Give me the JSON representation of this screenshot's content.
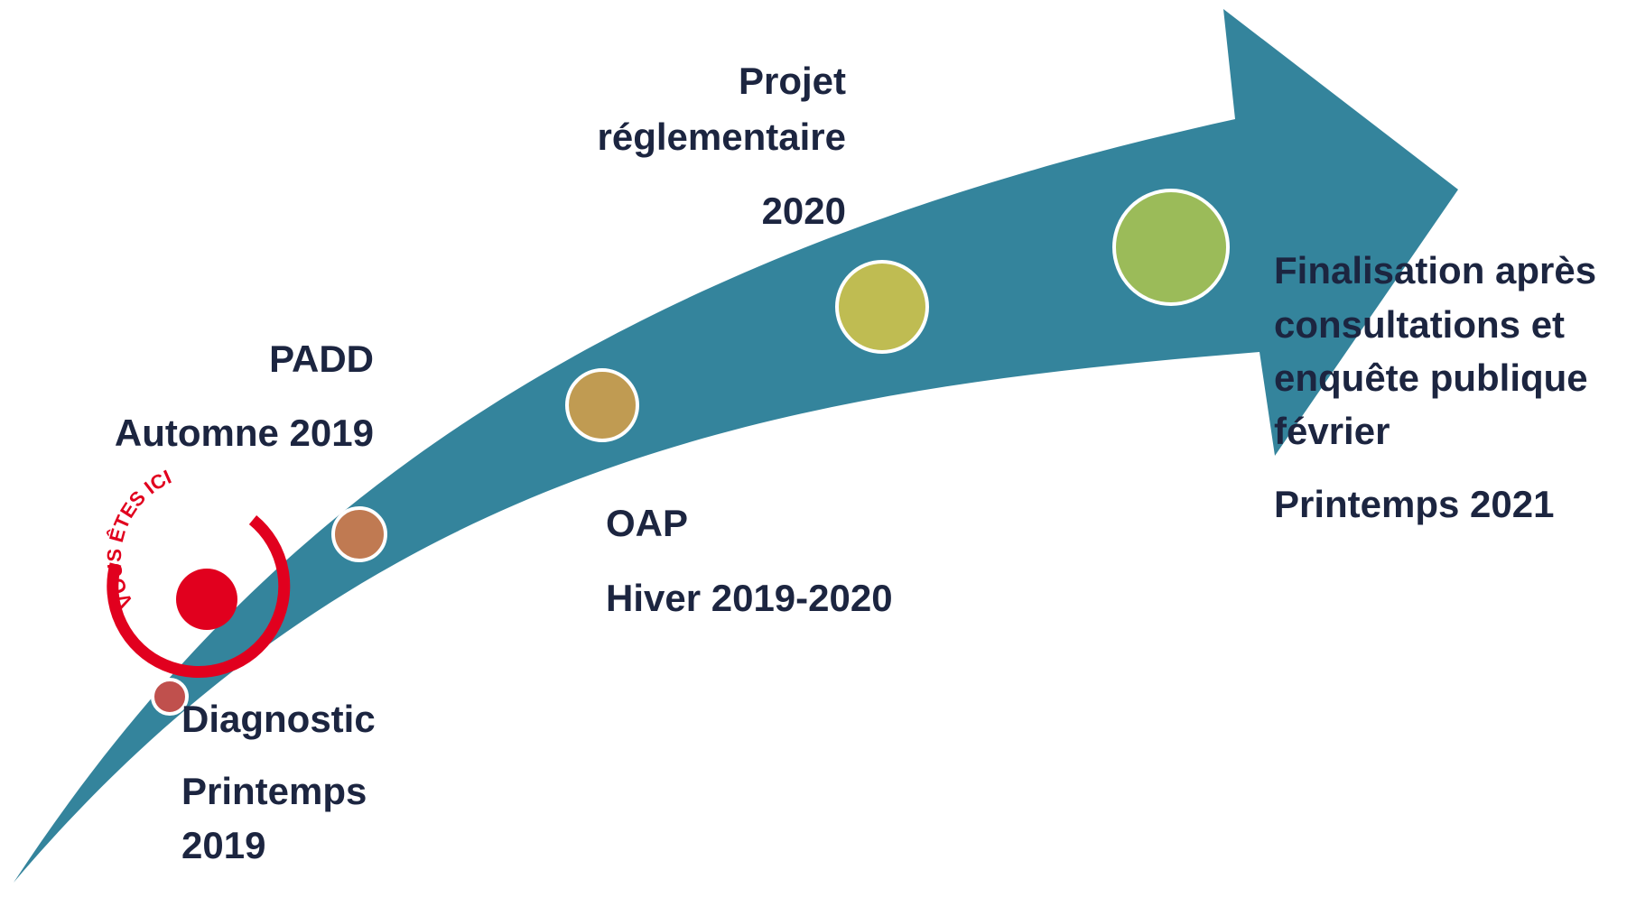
{
  "colors": {
    "arrow": "#34849c",
    "text": "#1c2540",
    "marker_red": "#e1001e",
    "dot_diagnostic": "#c0504d",
    "dot_padd": "#c07a52",
    "dot_oap": "#c09b52",
    "dot_projet": "#bfbc52",
    "dot_final": "#9bbb59",
    "dot_border": "#ffffff"
  },
  "marker": {
    "text": "VOUS ÊTES ICI"
  },
  "milestones": [
    {
      "id": "diagnostic",
      "name": "Diagnostic",
      "date": "Printemps 2019",
      "date_lines": [
        "Printemps",
        "2019"
      ]
    },
    {
      "id": "padd",
      "name": "PADD",
      "date": "Automne 2019"
    },
    {
      "id": "oap",
      "name": "OAP",
      "date": "Hiver 2019-2020"
    },
    {
      "id": "projet",
      "name_lines": [
        "Projet",
        "réglementaire"
      ],
      "date": "2020"
    },
    {
      "id": "final",
      "name_lines": [
        "Finalisation après",
        "consultations et",
        "enquête publique",
        "février"
      ],
      "date": "Printemps 2021"
    }
  ]
}
